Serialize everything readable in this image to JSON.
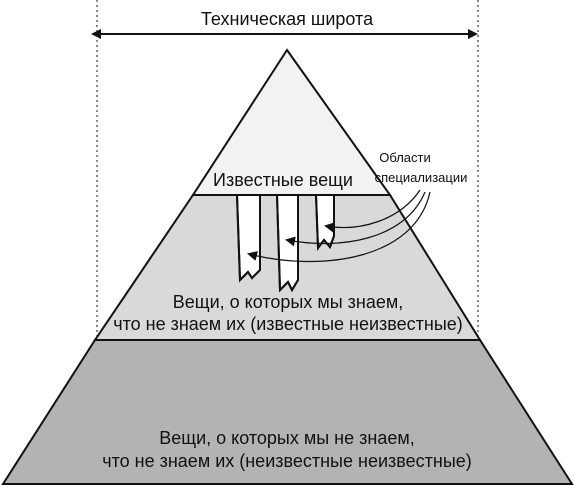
{
  "width_label": "Техническая широта",
  "top_label": "Известные вещи",
  "specialization_label_line1": "Области",
  "specialization_label_line2": "специализации",
  "middle_label_line1": "Вещи, о которых мы знаем,",
  "middle_label_line2": "что не знаем их (известные неизвестные)",
  "bottom_label_line1": "Вещи, о которых мы не знаем,",
  "bottom_label_line2": "что не знаем их (неизвестные неизвестные)",
  "colors": {
    "top_fill": "#f2f2f2",
    "middle_fill": "#d9d9d9",
    "bottom_fill": "#b3b3b3",
    "stroke": "#111111"
  }
}
